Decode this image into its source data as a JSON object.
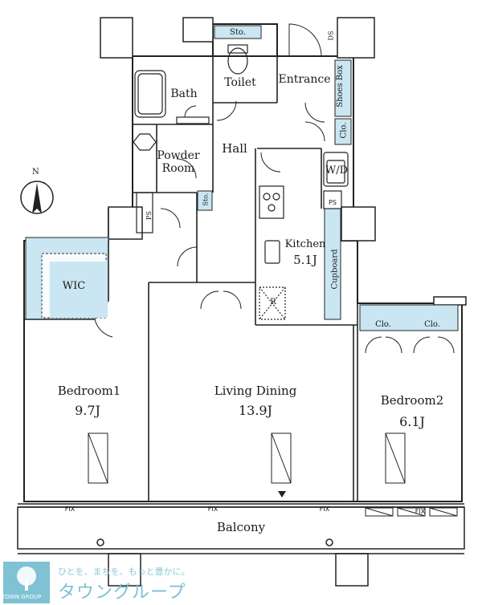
{
  "compass": {
    "north_label": "N"
  },
  "rooms": {
    "storage_top": "Sto.",
    "ds": "DS",
    "toilet": "Toilet",
    "entrance": "Entrance",
    "bath": "Bath",
    "shoes_box": "Shoes Box",
    "closet_entry": "Clo.",
    "hall": "Hall",
    "powder_room_line1": "Powder",
    "powder_room_line2": "Room",
    "wd": "W/D",
    "ps_left": "PS",
    "storage_small": "Sto.",
    "ps_right": "PS",
    "kitchen": "Kitchen",
    "kitchen_size": "5.1J",
    "cupboard": "Cupboard",
    "refrigerator": "R",
    "wic": "WIC",
    "bedroom1": "Bedroom1",
    "bedroom1_size": "9.7J",
    "living_dining": "Living Dining",
    "living_dining_size": "13.9J",
    "bedroom2": "Bedroom2",
    "bedroom2_size": "6.1J",
    "closet_b2_left": "Clo.",
    "closet_b2_right": "Clo.",
    "fix_left": "FIX",
    "fix_center": "FIX",
    "fix_right": "FIX",
    "fix_far_right": "FIX",
    "balcony": "Balcony"
  },
  "footer": {
    "slogan": "ひとを、まちを、もっと豊かに。",
    "brand": "タウングループ",
    "logo_text": "TOWN GROUP"
  },
  "colors": {
    "storage_fill": "#c9e6f2",
    "wall": "#222222",
    "brand": "#7ec2d4"
  }
}
